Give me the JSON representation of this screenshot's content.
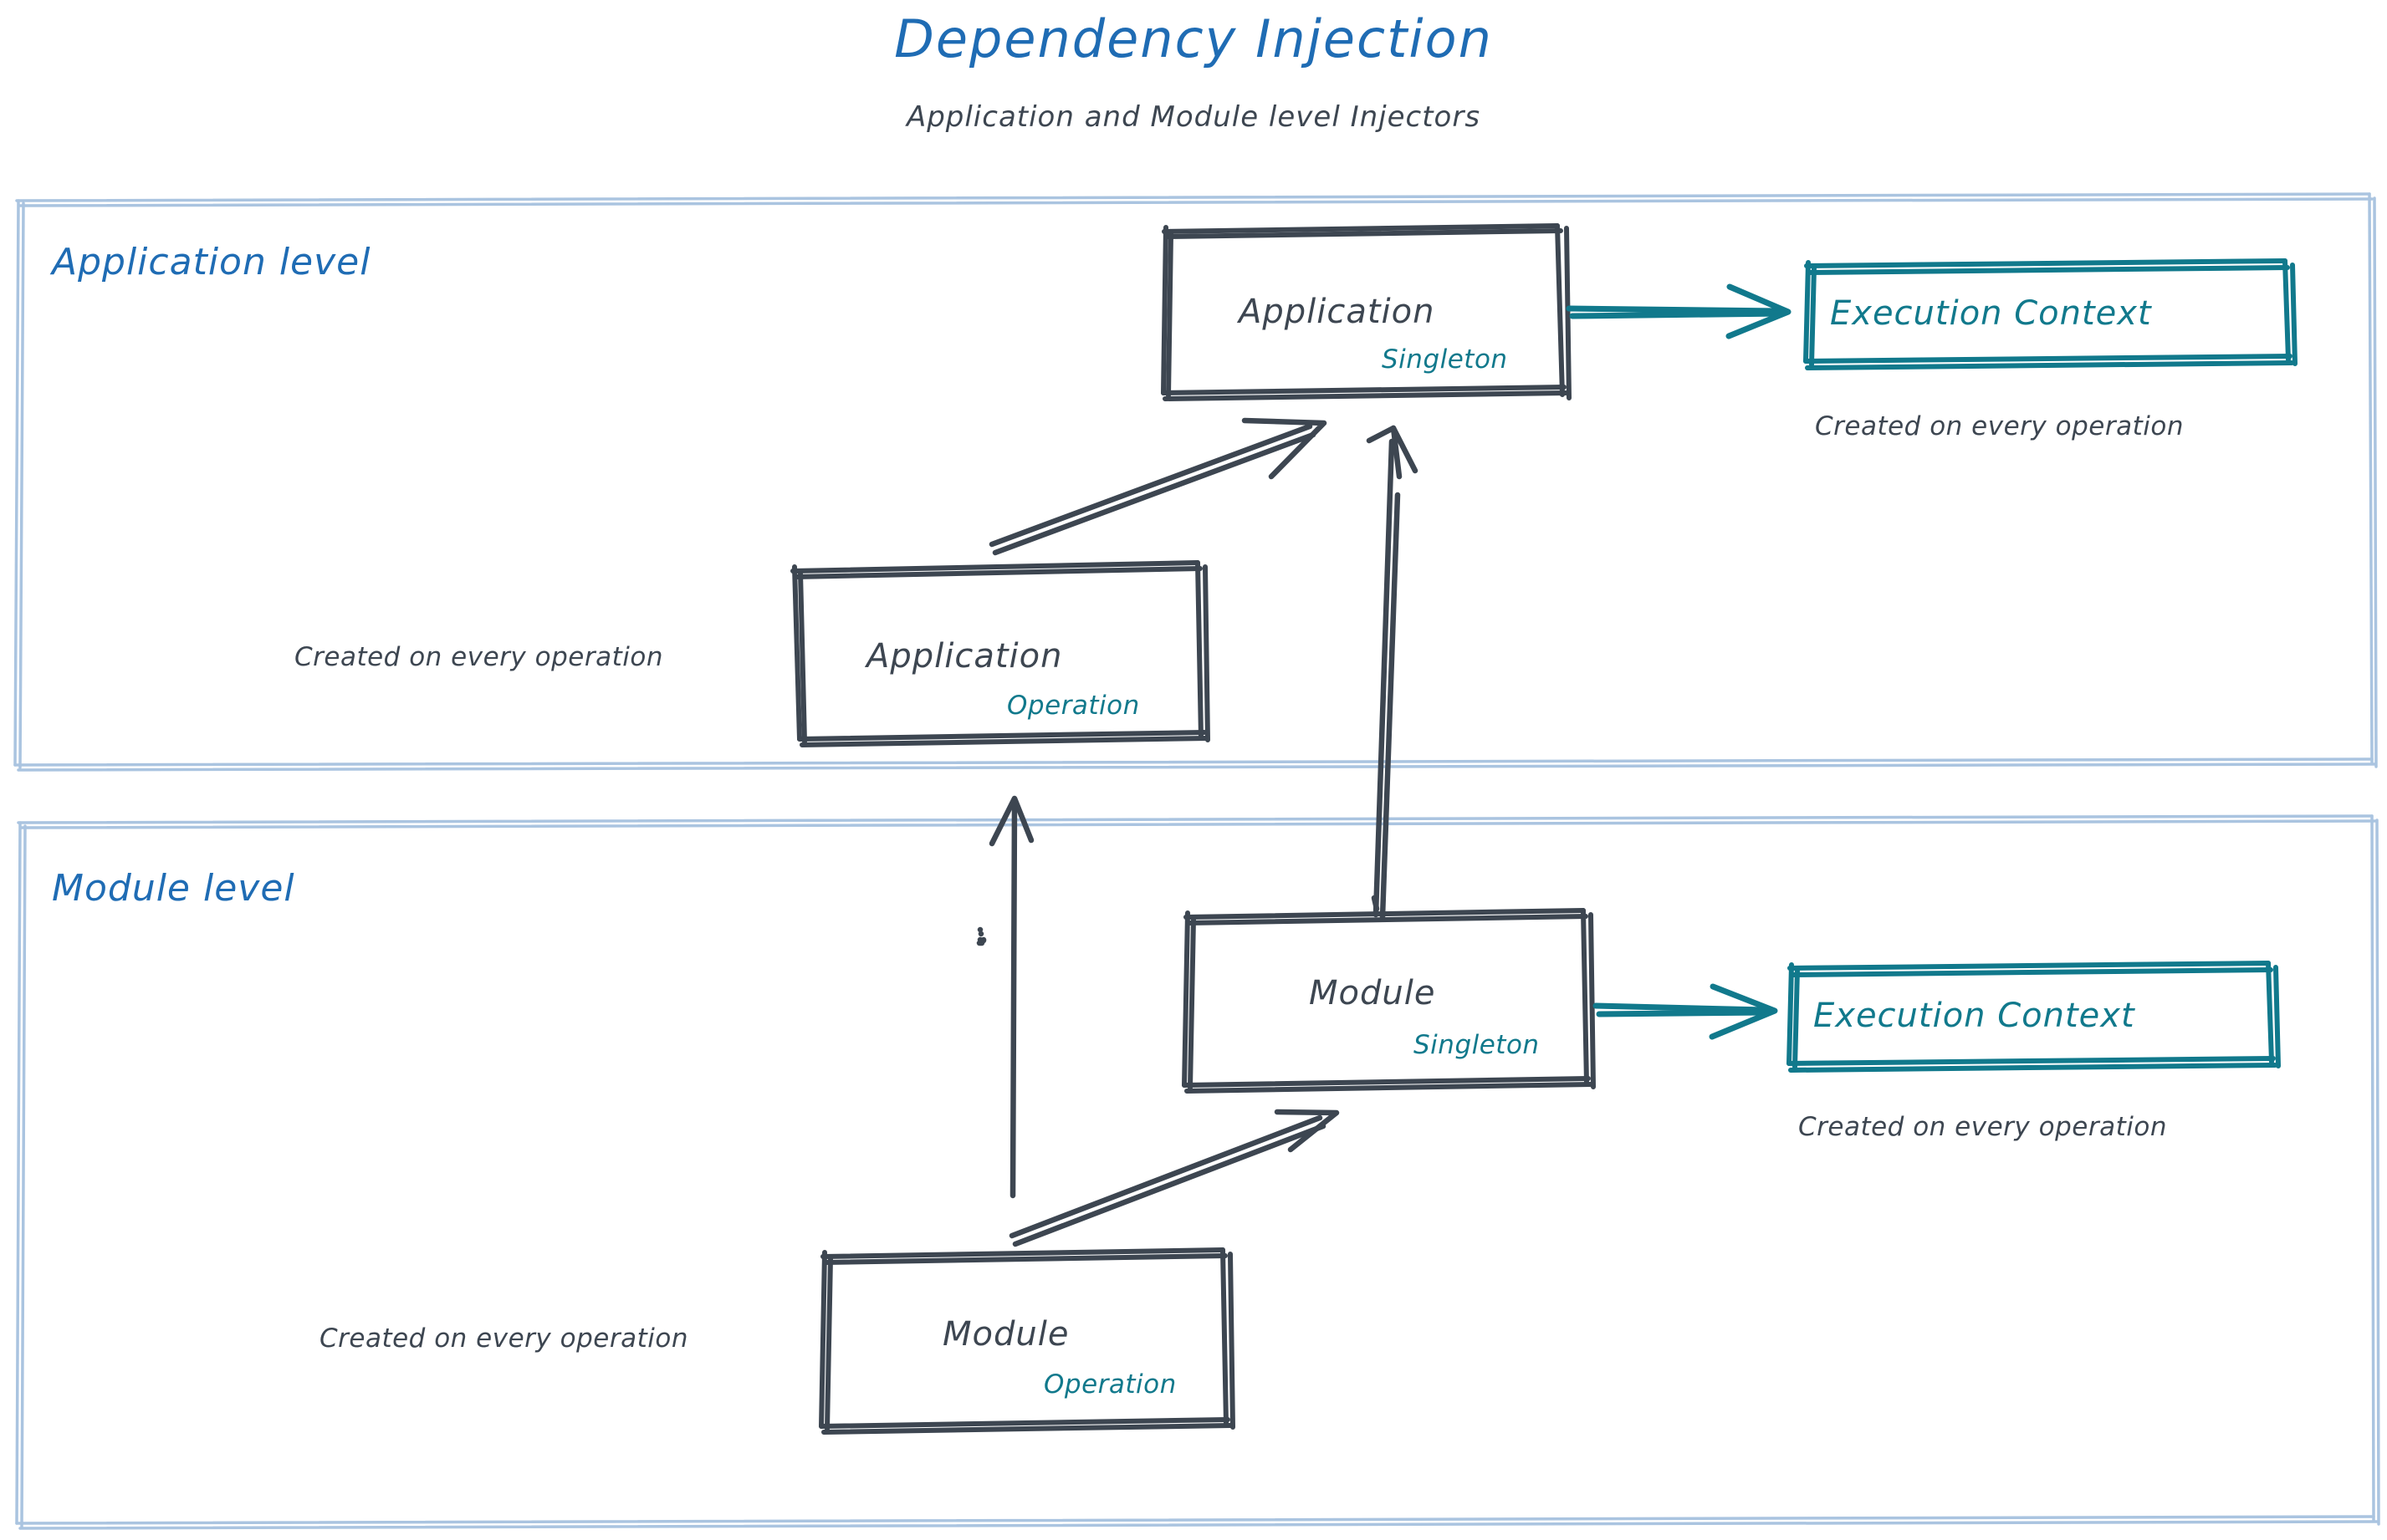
{
  "header": {
    "title": "Dependency Injection",
    "subtitle": "Application and Module level Injectors"
  },
  "colors": {
    "title_blue": "#1f6cb4",
    "zone_border_blue": "#aac4e0",
    "node_stroke": "#3d4651",
    "teal": "#11798c",
    "text_dark": "#3d4651",
    "background": "#ffffff"
  },
  "zones": [
    {
      "id": "application-level",
      "label": "Application level"
    },
    {
      "id": "module-level",
      "label": "Module level"
    }
  ],
  "nodes": [
    {
      "id": "application-singleton",
      "title": "Application",
      "scope": "Singleton",
      "zone": "application-level"
    },
    {
      "id": "application-operation",
      "title": "Application",
      "scope": "Operation",
      "zone": "application-level",
      "caption": "Created on every operation"
    },
    {
      "id": "module-singleton",
      "title": "Module",
      "scope": "Singleton",
      "zone": "module-level"
    },
    {
      "id": "module-operation",
      "title": "Module",
      "scope": "Operation",
      "zone": "module-level",
      "caption": "Created on every operation"
    }
  ],
  "context_nodes": [
    {
      "id": "execution-context-application",
      "title": "Execution Context",
      "caption": "Created on every operation",
      "zone": "application-level"
    },
    {
      "id": "execution-context-module",
      "title": "Execution Context",
      "caption": "Created on every operation",
      "zone": "module-level"
    }
  ],
  "edges": [
    {
      "id": "app-singleton-to-execution-context",
      "from": "application-singleton",
      "to": "execution-context-application",
      "color": "teal"
    },
    {
      "id": "app-operation-to-app-singleton",
      "from": "application-operation",
      "to": "application-singleton",
      "color": "dark"
    },
    {
      "id": "module-singleton-to-app-singleton",
      "from": "module-singleton",
      "to": "application-singleton",
      "color": "dark"
    },
    {
      "id": "module-operation-to-app-operation",
      "from": "module-operation",
      "to": "application-operation",
      "color": "dark"
    },
    {
      "id": "module-operation-to-module-singleton",
      "from": "module-operation",
      "to": "module-singleton",
      "color": "dark"
    },
    {
      "id": "module-singleton-to-execution-context",
      "from": "module-singleton",
      "to": "execution-context-module",
      "color": "teal"
    }
  ]
}
